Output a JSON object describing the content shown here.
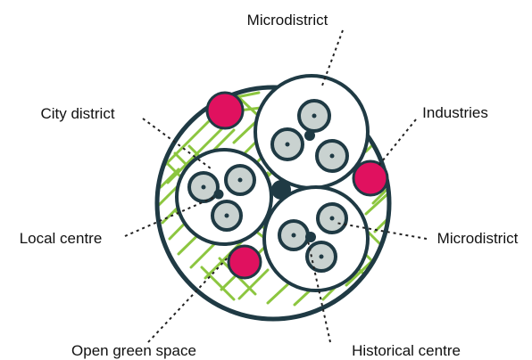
{
  "labels": {
    "microdistrict_top": "Microdistrict",
    "city_district": "City district",
    "industries": "Industries",
    "local_centre": "Local centre",
    "microdistrict_right": "Microdistrict",
    "open_green_space": "Open green space",
    "historical_centre": "Historical centre"
  },
  "colors": {
    "outline": "#1f3a44",
    "green": "#8cc63f",
    "industry_fill": "#e0115f",
    "cell_fill": "#c9d2d0",
    "leader": "#222222"
  }
}
